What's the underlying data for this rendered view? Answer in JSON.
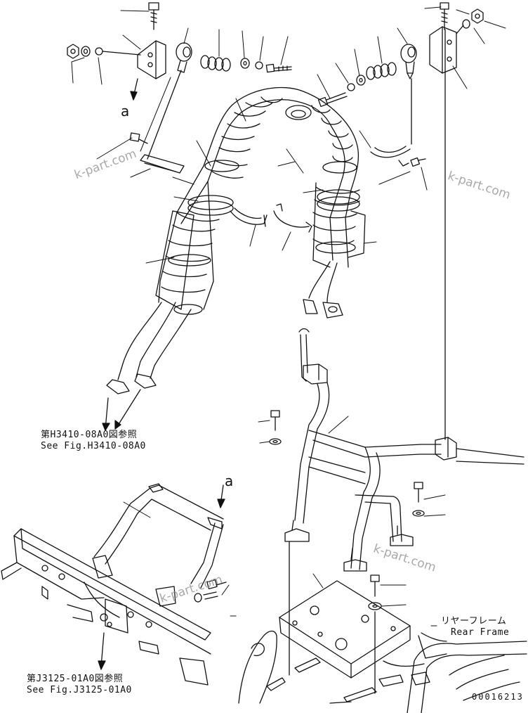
{
  "references": {
    "hose_ref_jp": "第H3410-08A0図参照",
    "hose_ref_en": "See Fig.H3410-08A0",
    "frame_ref_jp": "第J3125-01A0図参照",
    "frame_ref_en": "See Fig.J3125-01A0"
  },
  "labels": {
    "detail_a_top": "a",
    "detail_a_bottom": "a",
    "rear_frame_jp": "リヤーフレーム",
    "rear_frame_en": "Rear Frame"
  },
  "watermarks": [
    "k-part.com",
    "k-part.com",
    "k-part.com",
    "k-part.com"
  ],
  "drawing_number": "00016213"
}
